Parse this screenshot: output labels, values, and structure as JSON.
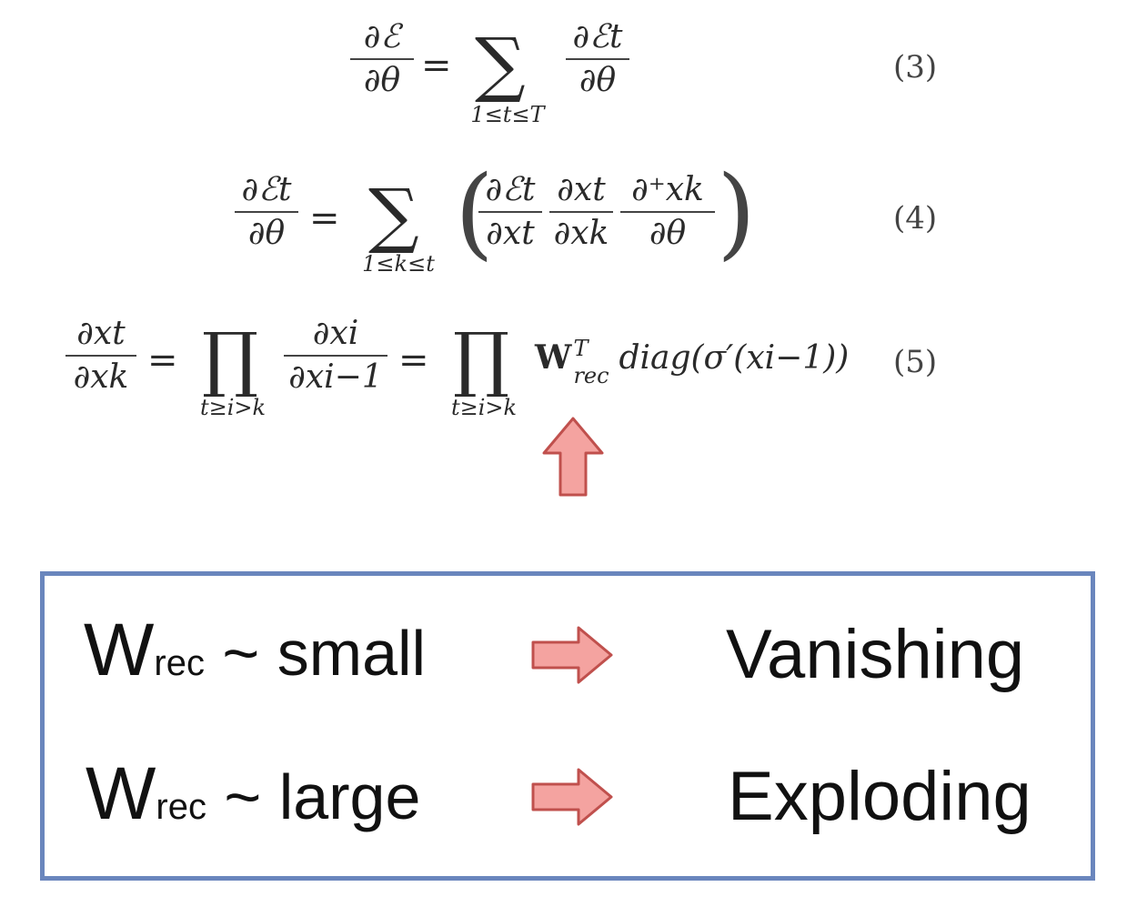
{
  "equations": {
    "eq3": {
      "lhs_num": "∂ℰ",
      "lhs_den": "∂θ",
      "equals": "=",
      "sum": "∑",
      "sum_limit": "1≤t≤T",
      "rhs_num": "∂ℰt",
      "rhs_den": "∂θ",
      "number": "(3)"
    },
    "eq4": {
      "lhs_num": "∂ℰt",
      "lhs_den": "∂θ",
      "equals": "=",
      "sum": "∑",
      "sum_limit": "1≤k≤t",
      "f1_num": "∂ℰt",
      "f1_den": "∂xt",
      "f2_num": "∂xt",
      "f2_den": "∂xk",
      "f3_num": "∂⁺xk",
      "f3_den": "∂θ",
      "number": "(4)"
    },
    "eq5": {
      "lhs_num": "∂xt",
      "lhs_den": "∂xk",
      "equals1": "=",
      "prod1": "∏",
      "prod1_limit": "t≥i>k",
      "mid_num": "∂xi",
      "mid_den": "∂xi−1",
      "equals2": "=",
      "prod2": "∏",
      "prod2_limit": "t≥i>k",
      "term": "W",
      "term_sup": "T",
      "term_sub": "rec",
      "term_rest": "diag(σ′(xi−1))",
      "number": "(5)"
    }
  },
  "box": {
    "rows": [
      {
        "w": "W",
        "sub": "rec",
        "condition": " ~ small",
        "result": "Vanishing"
      },
      {
        "w": "W",
        "sub": "rec",
        "condition": " ~ large",
        "result": "Exploding"
      }
    ]
  },
  "colors": {
    "arrow_fill": "#f4a3a0",
    "arrow_stroke": "#c0504d",
    "box_border": "#6a86bd"
  }
}
